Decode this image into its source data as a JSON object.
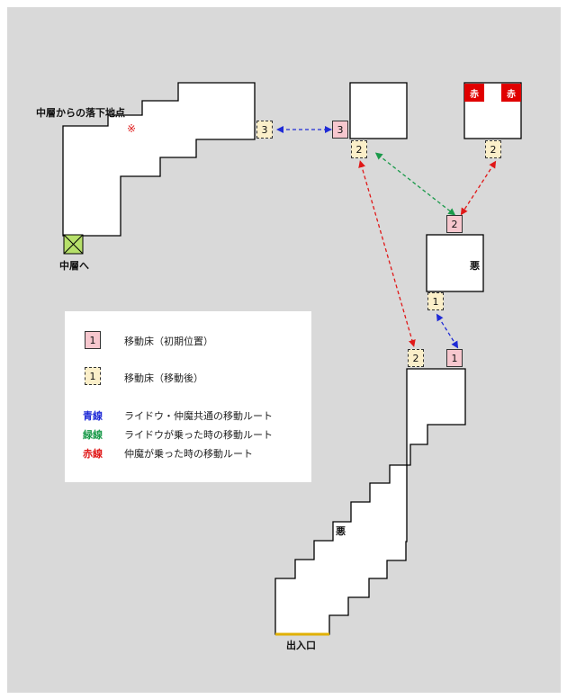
{
  "colors": {
    "background": "#d9d9d9",
    "floor": "#ffffff",
    "platform_initial": "#f7c7ce",
    "platform_moved": "#fbefc9",
    "route_blue": "#1f2bd6",
    "route_green": "#1a9a4a",
    "route_red": "#e01818",
    "marker_red": "#e00000",
    "entrance": "#e0b000",
    "drop_hole": "#b6e06a"
  },
  "labels": {
    "fall_point": "中層からの落下地点",
    "fall_mark": "※",
    "to_middle": "中層へ",
    "entrance": "出入口",
    "evil_1": "悪",
    "evil_2": "悪",
    "red_1": "赤",
    "red_2": "赤"
  },
  "platforms": {
    "moved_3": "3",
    "initial_3": "3",
    "moved_2_a": "2",
    "moved_2_b": "2",
    "initial_2": "2",
    "moved_1": "1",
    "moved_2_c": "2",
    "initial_1": "1"
  },
  "legend": {
    "initial_swatch": "1",
    "initial_text": "移動床（初期位置）",
    "moved_swatch": "1",
    "moved_text": "移動床（移動後）",
    "blue_key": "青線",
    "blue_text": "ライドウ・仲魔共通の移動ルート",
    "green_key": "緑線",
    "green_text": "ライドウが乗った時の移動ルート",
    "red_key": "赤線",
    "red_text": "仲魔が乗った時の移動ルート"
  }
}
